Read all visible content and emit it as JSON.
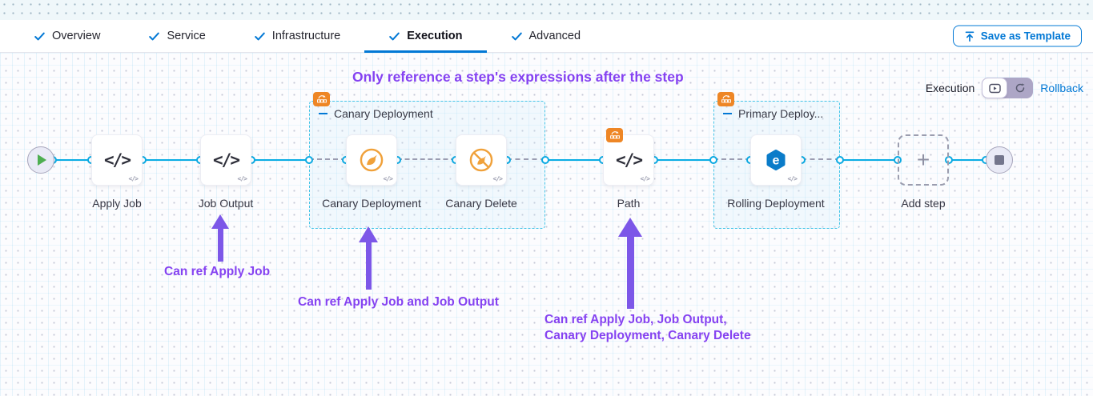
{
  "tabs": {
    "items": [
      {
        "label": "Overview"
      },
      {
        "label": "Service"
      },
      {
        "label": "Infrastructure"
      },
      {
        "label": "Execution"
      },
      {
        "label": "Advanced"
      }
    ],
    "active": "Execution"
  },
  "toolbar": {
    "save_as_template": "Save as Template"
  },
  "mode_switch": {
    "execution_label": "Execution",
    "rollback_label": "Rollback"
  },
  "canvas": {
    "heading": "Only reference a step's expressions after the step",
    "groups": {
      "canary_label": "Canary Deployment",
      "primary_label": "Primary Deploy..."
    },
    "nodes": {
      "apply_job": "Apply Job",
      "job_output": "Job Output",
      "canary_deployment": "Canary Deployment",
      "canary_delete": "Canary Delete",
      "path": "Path",
      "rolling_deployment": "Rolling Deployment",
      "add_step": "Add step"
    },
    "annotations": {
      "ref_job_output": "Can ref Apply Job",
      "ref_canary": "Can ref Apply Job and Job Output",
      "ref_path_line1": "Can ref Apply Job, Job Output,",
      "ref_path_line2": "Canary Deployment, Canary Delete"
    }
  },
  "icons": {
    "code_glyph": "</>",
    "corner_code_glyph": "</>",
    "plus_glyph": "+",
    "rolling_letter": "e"
  },
  "colors": {
    "accent_blue": "#0278D5",
    "edge_blue": "#0BADE4",
    "annotation_purple": "#8542F1",
    "badge_orange": "#EE8625",
    "group_border_cyan": "#45C5E8",
    "step_icon_dark": "#2E2F3A",
    "play_green": "#4DAE50"
  }
}
